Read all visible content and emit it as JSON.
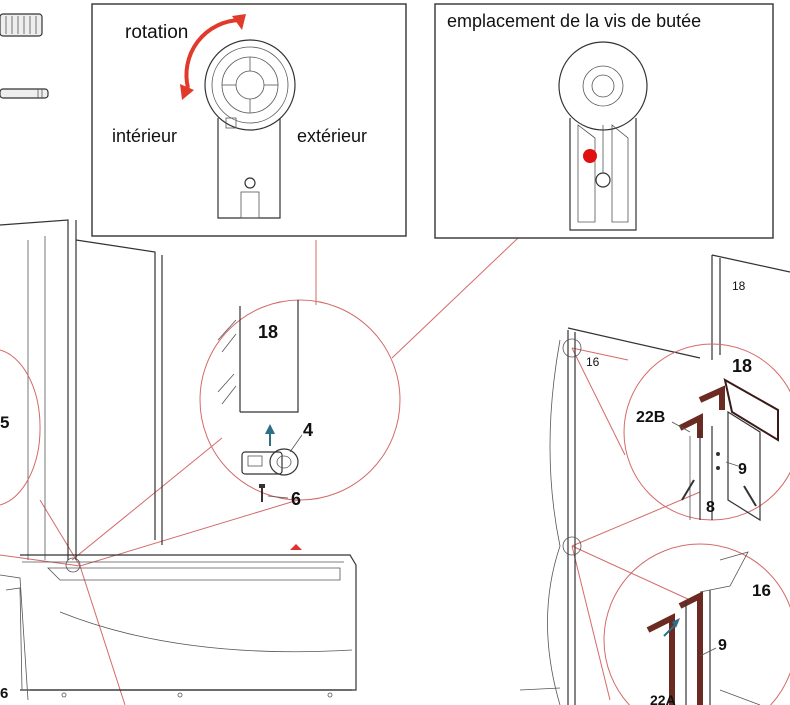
{
  "panels": {
    "rotation_panel": {
      "rotation_label": "rotation",
      "inside_label": "intérieur",
      "outside_label": "extérieur"
    },
    "stop_screw_panel": {
      "title": "emplacement de la vis de butée"
    }
  },
  "callouts": {
    "center_detail": {
      "part_18": "18",
      "part_4": "4",
      "part_6": "6"
    },
    "left_detail": {
      "partial_5": "5",
      "partial_6": "6"
    },
    "right_upper_detail": {
      "part_18": "18",
      "part_22B": "22B",
      "part_9": "9",
      "part_8": "8"
    },
    "right_lower_detail": {
      "part_16": "16",
      "part_9": "9",
      "part_22A": "22A"
    },
    "right_frame": {
      "panel_18": "18",
      "panel_16": "16"
    }
  },
  "colors": {
    "guide_line": "#d46a6a",
    "rotation_arrow": "#e23a2a",
    "screw_dot": "#e01010",
    "up_arrow": "#2e6e86",
    "small_red_arrow": "#e03030",
    "outline": "#333333",
    "hinge_fill": "#6b2a22"
  }
}
